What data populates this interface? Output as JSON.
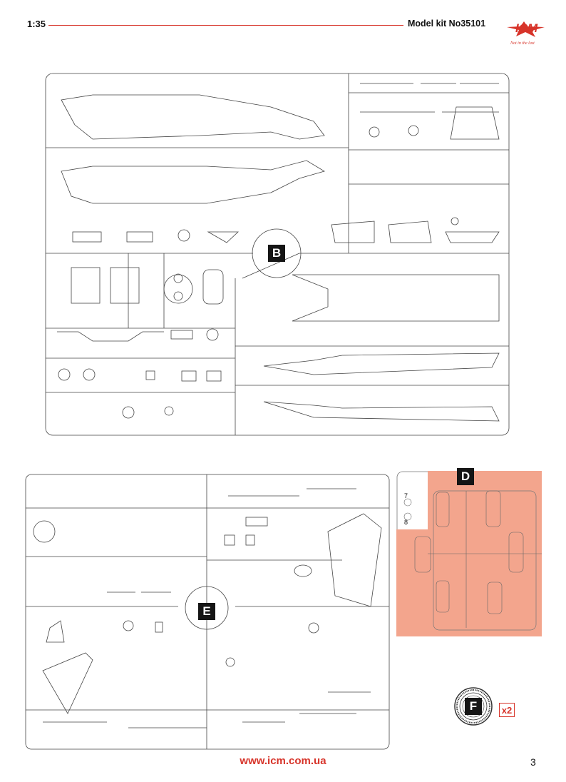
{
  "header": {
    "scale": "1:35",
    "kit_number": "Model kit No35101",
    "logo_text": "ICM",
    "logo_tagline": "Not in the last"
  },
  "sprues": {
    "b": {
      "label": "B"
    },
    "d": {
      "label": "D",
      "part_labels": [
        "7",
        "8"
      ]
    },
    "e": {
      "label": "E"
    },
    "f": {
      "label": "F",
      "quantity": "x2"
    }
  },
  "footer": {
    "website": "www.icm.com.ua",
    "page_number": "3"
  },
  "colors": {
    "accent": "#d7342a",
    "sprue_d_fill": "#f3a58d"
  }
}
